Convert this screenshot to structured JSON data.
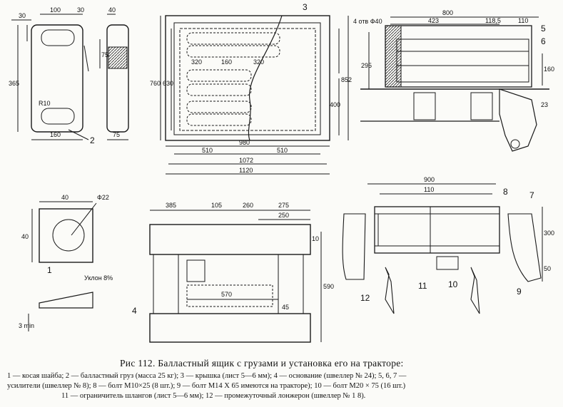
{
  "dims": {
    "a1": "30",
    "a2": "100",
    "a3": "30",
    "a4": "40",
    "a5": "75",
    "a6": "R10",
    "a7": "365",
    "a8": "160",
    "a9": "75",
    "b1": "760",
    "b2": "630",
    "b3": "320",
    "b4": "160",
    "b5": "320",
    "b6": "400",
    "b7": "852",
    "b8": "980",
    "b9": "510",
    "b10": "510",
    "b11": "1072",
    "b12": "1120",
    "c1": "800",
    "c2": "423",
    "c3": "118,5",
    "c4": "110",
    "c5": "4 отв Ф40",
    "c6": "295",
    "c7": "160",
    "c8": "23",
    "d1": "40",
    "d2": "Ф22",
    "d3": "40",
    "d4": "Уклон 8%",
    "d5": "3 min",
    "e1": "385",
    "e2": "105",
    "e3": "260",
    "e4": "275",
    "e5": "250",
    "e6": "10",
    "e7": "570",
    "e8": "45",
    "e9": "590",
    "f1": "900",
    "f2": "110",
    "f3": "300",
    "f4": "50"
  },
  "labels": {
    "n1": "1",
    "n2": "2",
    "n3": "3",
    "n4": "4",
    "n5": "5",
    "n6": "6",
    "n7": "7",
    "n8": "8",
    "n9": "9",
    "n10": "10",
    "n11": "11",
    "n12": "12"
  },
  "caption": {
    "title": "Рис 112. Балластный ящик с грузами и установка его на тракторе:",
    "line1": "1 — косая шайба; 2 — балластный груз (масса 25 кг); 3 — крышка (лист 5—6 мм); 4 — основание (швеллер № 24); 5, 6, 7 —",
    "line2": "усилители (швеллер № 8); 8 — болт М10×25 (8 шт.); 9 — болт М14 Х 65 имеются на тракторе); 10 — болт М20 × 75 (16 шт.)",
    "line3": "11 — ограничитель шлангов (лист 5—6 мм); 12 — промежуточный лонжерон (швеллер № 1 8)."
  }
}
